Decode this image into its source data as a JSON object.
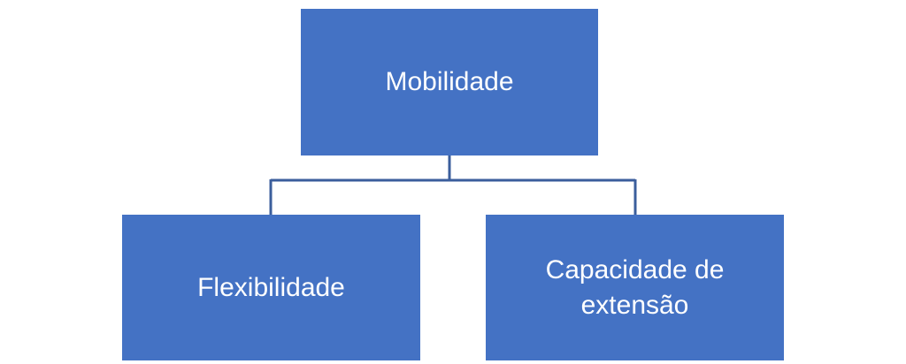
{
  "diagram": {
    "root": {
      "label": "Mobilidade"
    },
    "children": [
      {
        "label": "Flexibilidade"
      },
      {
        "label": "Capacidade de extensão"
      }
    ]
  },
  "colors": {
    "node_fill": "#4472c4",
    "node_text": "#ffffff",
    "connector": "#3b5e9c",
    "background": "#ffffff"
  }
}
